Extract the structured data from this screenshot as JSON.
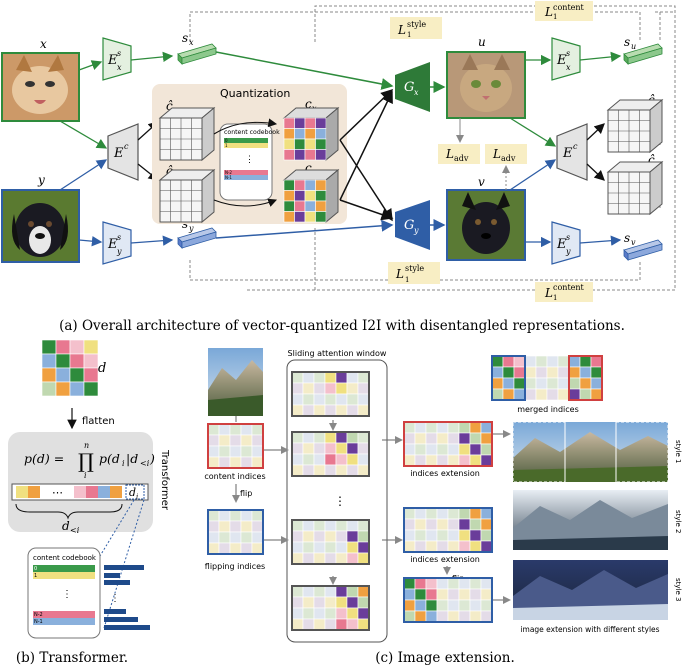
{
  "panel_a": {
    "caption": "(a) Overall architecture of vector-quantized I2I with disentangled representations.",
    "input_x": "x",
    "input_y": "y",
    "output_u": "u",
    "output_v": "v",
    "enc_style_x": "E",
    "enc_style_x_sup": "s",
    "enc_style_x_sub": "x",
    "enc_style_y": "E",
    "enc_style_y_sup": "s",
    "enc_style_y_sub": "y",
    "enc_content": "E",
    "enc_content_sup": "c",
    "enc_style_u": "E",
    "enc_style_u_sup": "s",
    "enc_style_u_sub": "x",
    "enc_style_v": "E",
    "enc_style_v_sup": "s",
    "enc_style_v_sub": "y",
    "enc_content_out": "E",
    "enc_content_out_sup": "c",
    "style_sx": "s",
    "style_sx_sub": "x",
    "style_sy": "s",
    "style_sy_sub": "y",
    "style_su": "s",
    "style_su_sub": "u",
    "style_sv": "s",
    "style_sv_sub": "v",
    "quantization_title": "Quantization",
    "codebook_title": "content codebook",
    "codebook_rows": [
      "0",
      "1",
      "N-2",
      "N-1"
    ],
    "codebook_dots": "⋮",
    "content_cx_hat": "ĉ",
    "content_cx_hat_sub": "x",
    "content_cy_hat": "ĉ",
    "content_cy_hat_sub": "y",
    "content_cx": "c",
    "content_cx_sub": "x",
    "content_cy": "c",
    "content_cy_sub": "y",
    "content_cu_hat": "ĉ",
    "content_cu_hat_sub": "u",
    "content_cv_hat": "ĉ",
    "content_cv_hat_sub": "v",
    "gen_x": "G",
    "gen_x_sub": "x",
    "gen_y": "G",
    "gen_y_sub": "y",
    "loss_adv_1": "L",
    "loss_adv_1_sub": "adv",
    "loss_adv_2": "L",
    "loss_adv_2_sub": "adv",
    "loss_style_top": "L",
    "loss_style_top_sup": "style",
    "loss_style_top_sub": "1",
    "loss_content_top": "L",
    "loss_content_top_sup": "content",
    "loss_content_top_sub": "1",
    "loss_style_bottom": "L",
    "loss_style_bottom_sup": "style",
    "loss_style_bottom_sub": "1",
    "loss_content_bottom": "L",
    "loss_content_bottom_sup": "content",
    "loss_content_bottom_sub": "1"
  },
  "panel_b": {
    "caption": "(b) Transformer.",
    "d_label": "d",
    "flatten_label": "flatten",
    "formula_left": "p(d) =",
    "formula_upper": "n",
    "formula_prod": "∏",
    "formula_lower": "i",
    "formula_right": "p(d",
    "formula_right_sub": "i",
    "formula_right_mid": "|d",
    "formula_right_sub2": "<i",
    "formula_right_end": ")",
    "seq_dots": "⋯",
    "seq_last": "d",
    "seq_last_sub": "i",
    "d_less_i": "d",
    "d_less_i_sub": "<i",
    "transformer_label": "Transformer",
    "codebook_title": "content codebook",
    "codebook_rows": [
      "0",
      "1",
      "N-2",
      "N-1"
    ],
    "codebook_dots": "⋮",
    "bar_dots": "⋮"
  },
  "panel_c": {
    "caption": "(c) Image extension.",
    "window_title": "Sliding attention window",
    "content_indices": "content indices",
    "flip_1": "flip",
    "flipping_indices": "flipping indices",
    "indices_extension_1": "indices extension",
    "indices_extension_2": "indices extension",
    "flip_2": "flip",
    "merged_indices": "merged indices",
    "style_1": "style 1",
    "style_2": "style 2",
    "style_3": "style 3",
    "image_extension_caption": "image extension with different styles",
    "vdots": "⋮"
  },
  "colors": {
    "green": "#2e8b3c",
    "blue": "#2f5ea6",
    "orange": "#f0a040",
    "pink": "#e87890",
    "purple": "#6a3d9a",
    "quant_bg": "#f2e6d8",
    "loss_bg": "#f8eec4"
  }
}
